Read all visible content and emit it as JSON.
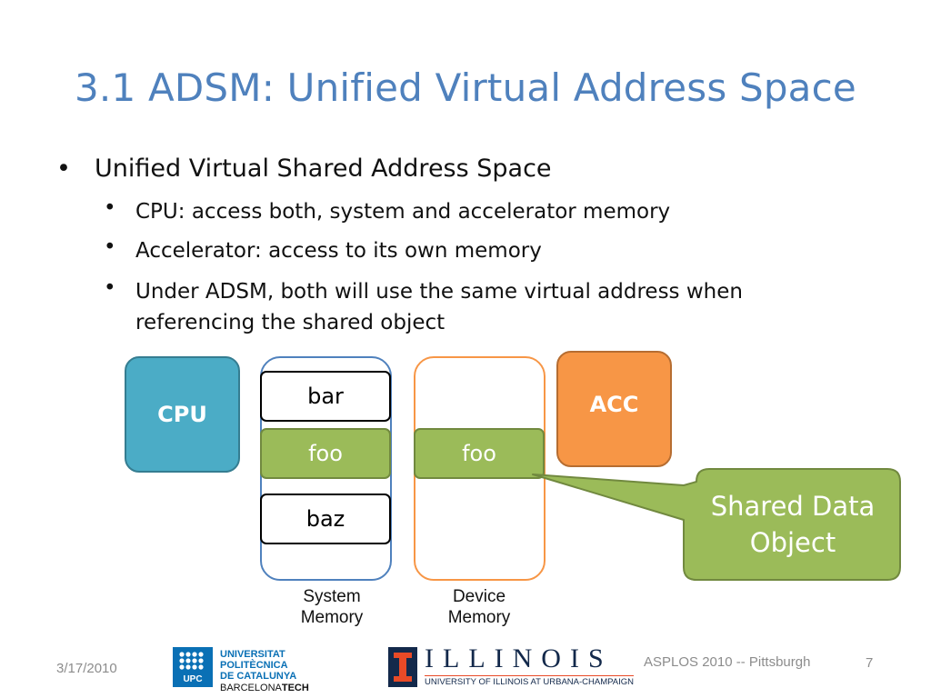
{
  "slide": {
    "title": "3.1 ADSM: Unified Virtual Address Space",
    "bullets": {
      "main": "Unified Virtual Shared Address Space",
      "subs": [
        "CPU: access both, system and accelerator memory",
        "Accelerator: access to its own memory",
        "Under ADSM, both will use the same virtual address when",
        "referencing the shared object"
      ]
    }
  },
  "diagram": {
    "cpu_label": "CPU",
    "acc_label": "ACC",
    "system_cells": [
      "bar",
      "foo",
      "baz"
    ],
    "device_cells": [
      "foo"
    ],
    "callout": [
      "Shared Data",
      "Object"
    ],
    "system_memory_label": [
      "System",
      "Memory"
    ],
    "device_memory_label": [
      "Device",
      "Memory"
    ]
  },
  "footer": {
    "date": "3/17/2010",
    "conference": "ASPLOS 2010 -- Pittsburgh",
    "page": "7"
  },
  "logos": {
    "upc": {
      "mark": "UPC",
      "line1": "UNIVERSITAT POLITÈCNICA",
      "line2": "DE CATALUNYA",
      "line3a": "BARCELONA",
      "line3b": "TECH"
    },
    "illinois": {
      "mark": "I",
      "word": "ILLINOIS",
      "sub": "UNIVERSITY OF ILLINOIS AT URBANA-CHAMPAIGN"
    }
  }
}
